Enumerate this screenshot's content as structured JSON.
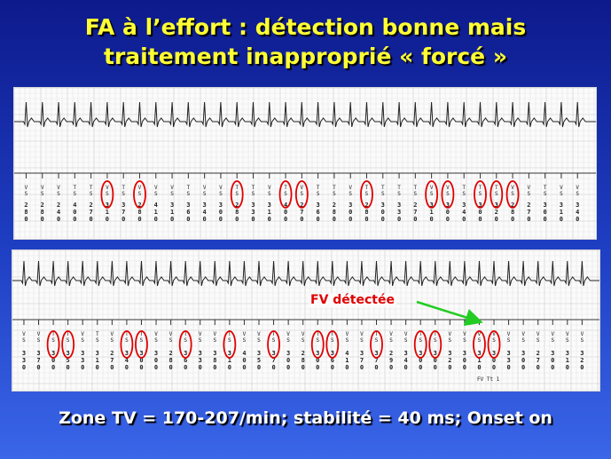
{
  "slide": {
    "title_line1": "FA à l’effort : détection bonne mais",
    "title_line2": "traitement inapproprié « forcé »",
    "annotation": "FV détectée",
    "marker_text": "FV  Tt 1",
    "footer": "Zone TV = 170-207/min; stabilité = 40 ms; Onset on"
  },
  "colors": {
    "title": "#ffff33",
    "annotation": "#e00000",
    "arrow": "#22cc22",
    "circle": "#e00000",
    "footer": "#ffffff"
  },
  "tracings": [
    {
      "markers": [
        "VS",
        "VS",
        "VS",
        "TS",
        "TS",
        "VS",
        "TS",
        "VS",
        "VS",
        "VS",
        "TS",
        "VS",
        "VS",
        "TS",
        "TS",
        "VS",
        "TS",
        "VS",
        "TS",
        "TS",
        "VS",
        "TS",
        "TS",
        "TS",
        "TS",
        "VS",
        "VS",
        "TS",
        "TS",
        "TS",
        "VS",
        "VS",
        "TS",
        "VS",
        "VS"
      ],
      "intervals": [
        "280",
        "280",
        "240",
        "400",
        "270",
        "310",
        "370",
        "280",
        "410",
        "310",
        "360",
        "340",
        "300",
        "280",
        "330",
        "310",
        "400",
        "270",
        "360",
        "280",
        "300",
        "280",
        "300",
        "330",
        "270",
        "310",
        "300",
        "340",
        "300",
        "320",
        "280",
        "270",
        "300",
        "310",
        "340"
      ],
      "circled": [
        5,
        7,
        13,
        16,
        17,
        21,
        25,
        26,
        28,
        29,
        30
      ]
    },
    {
      "markers": [
        "VS",
        "VS",
        "TS",
        "TS",
        "VS",
        "TS",
        "VS",
        "TS",
        "TS",
        "VS",
        "VS",
        "TS",
        "VS",
        "VS",
        "TS",
        "VS",
        "VS",
        "TS",
        "VS",
        "VS",
        "TS",
        "TS",
        "VS",
        "VS",
        "TS",
        "VS",
        "VS",
        "TS",
        "TS",
        "VS",
        "VS",
        "VS",
        "VS",
        "VS",
        "VS",
        "VS",
        "VS",
        "VS",
        "VS"
      ],
      "intervals": [
        "330",
        "370",
        "300",
        "350",
        "330",
        "310",
        "270",
        "340",
        "300",
        "300",
        "280",
        "360",
        "330",
        "380",
        "310",
        "400",
        "350",
        "370",
        "300",
        "280",
        "300",
        "360",
        "410",
        "370",
        "370",
        "290",
        "340",
        "300",
        "300",
        "320",
        "300",
        "310",
        "300",
        "330",
        "300",
        "270",
        "300",
        "310",
        "320"
      ],
      "circled": [
        2,
        3,
        7,
        8,
        11,
        14,
        17,
        20,
        21,
        24,
        27,
        28,
        31,
        32
      ]
    }
  ]
}
